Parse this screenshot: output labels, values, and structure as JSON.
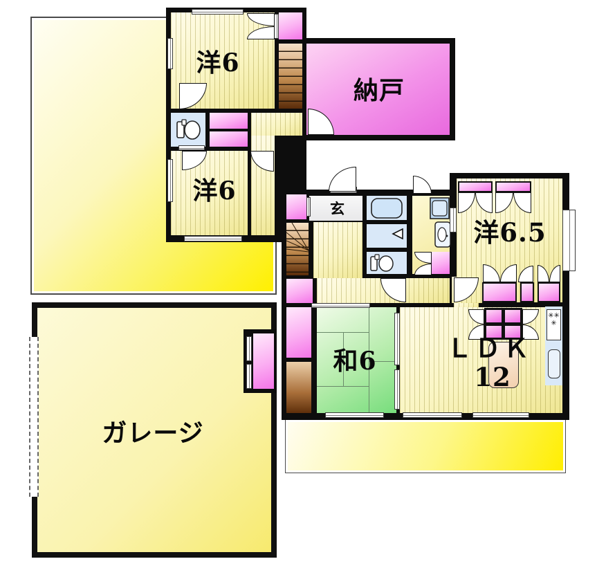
{
  "floor2": {
    "balcony": {
      "name": "roof-balcony"
    },
    "rooms": {
      "yo6_north": {
        "label": "洋6"
      },
      "yo6_south": {
        "label": "洋6"
      },
      "nando": {
        "label": "納戸"
      },
      "toilet": {
        "name": "toilet-2f"
      },
      "stairs": {
        "name": "staircase-2f"
      },
      "hallway": {
        "name": "hallway-2f"
      }
    }
  },
  "floor1": {
    "genkan": {
      "label": "玄"
    },
    "yo65": {
      "label": "洋6.5"
    },
    "wa6": {
      "label": "和6"
    },
    "ldk": {
      "label": "ＬＤＫ",
      "size": "12"
    },
    "garage": {
      "label": "ガレージ"
    },
    "balcony": {
      "name": "terrace"
    },
    "bath": {
      "name": "bathroom"
    },
    "washroom": {
      "name": "washroom"
    },
    "toilet": {
      "name": "toilet-1f"
    },
    "stairs": {
      "name": "staircase-1f"
    }
  },
  "icons": {
    "toilet_2f": "toilet-icon",
    "toilet_1f": "toilet-icon",
    "bathtub": "bathtub-icon",
    "washing_machine": "washing-machine-icon",
    "washbasin": "washbasin-icon",
    "folding_door": "folding-door-mark",
    "stove_burners": "✳✳✳",
    "kitchen_sink": "sink-icon",
    "kitchen_island": "counter-island",
    "garage_opening": "dashed-garage-door"
  },
  "colors": {
    "wall": "#0d0d0d",
    "floor_stripe_base": "#faf5c2",
    "closet_pink": "#f474e8",
    "nando_pink": "#e869de",
    "tatami_green": "#77dd7c",
    "terrace_yellow": "#fff000",
    "bath_blue": "#d9e8f8",
    "stairs_brown": "#5a2c0a"
  }
}
